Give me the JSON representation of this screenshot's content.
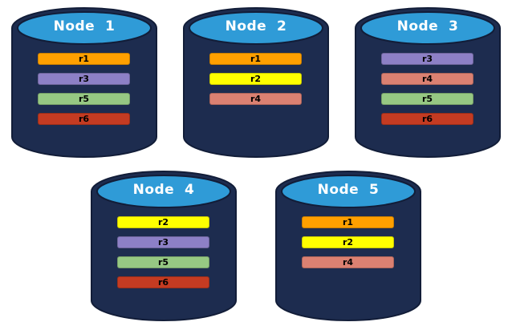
{
  "diagram": {
    "kind": "database-replica-distribution",
    "background": "#ffffff"
  },
  "colors": {
    "cylinder_body": "#1d2c4f",
    "cylinder_outline": "#121d38",
    "cylinder_top": "#2f9bd7",
    "title_text": "#ffffff",
    "bar_text": "#000000"
  },
  "replica_colors": {
    "r1": "#ffa000",
    "r2": "#ffff00",
    "r3": "#8d80c6",
    "r4": "#db8172",
    "r5": "#96c883",
    "r6": "#c43b22"
  },
  "nodes": [
    {
      "label": "Node  1",
      "row": 1,
      "replicas": [
        "r1",
        "r3",
        "r5",
        "r6"
      ]
    },
    {
      "label": "Node  2",
      "row": 1,
      "replicas": [
        "r1",
        "r2",
        "r4"
      ]
    },
    {
      "label": "Node  3",
      "row": 1,
      "replicas": [
        "r3",
        "r4",
        "r5",
        "r6"
      ]
    },
    {
      "label": "Node  4",
      "row": 2,
      "replicas": [
        "r2",
        "r3",
        "r5",
        "r6"
      ]
    },
    {
      "label": "Node  5",
      "row": 2,
      "replicas": [
        "r1",
        "r2",
        "r4"
      ]
    }
  ]
}
